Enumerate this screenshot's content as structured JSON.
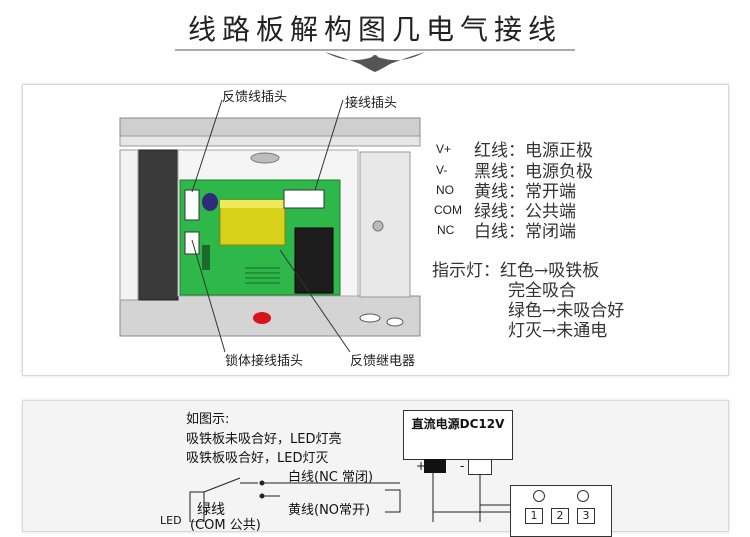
{
  "header": {
    "title": "线路板解构图几电气接线"
  },
  "board_callouts": {
    "feedback_plug": "反馈线插头",
    "wiring_plug": "接线插头",
    "lock_plug": "锁体接线插头",
    "feedback_relay": "反馈继电器"
  },
  "legend": [
    {
      "code": "V+",
      "desc": "红线：电源正极"
    },
    {
      "code": "V-",
      "desc": "黑线：电源负极"
    },
    {
      "code": "NO",
      "desc": "黄线：常开端"
    },
    {
      "code": "COM",
      "desc": "绿线：公共端"
    },
    {
      "code": "NC",
      "desc": "白线：常闭端"
    }
  ],
  "indicator": {
    "line1": "指示灯：红色→吸铁板",
    "line2": "完全吸合",
    "line3": "绿色→未吸合好",
    "line4": "灯灭→未通电"
  },
  "wiring": {
    "note_title": "如图示:",
    "note_line1": "吸铁板未吸合好，LED灯亮",
    "note_line2": "吸铁板吸合好，LED灯灭",
    "white_wire": "白线(NC 常闭)",
    "yellow_wire": "黄线(NO常开)",
    "green_wire": "绿线",
    "green_wire_sub": "(COM 公共)",
    "led_label": "LED",
    "psu_label": "直流电源DC12V",
    "psu_plus": "+",
    "psu_minus": "-",
    "terminals": [
      "1",
      "2",
      "3"
    ]
  },
  "colors": {
    "pcb_green": "#2fb84a",
    "relay_yellow": "#d9d21a",
    "housing_gray": "#c9c9c9",
    "led_red": "#d8131b",
    "capacitor_blue": "#2d2b7a"
  }
}
